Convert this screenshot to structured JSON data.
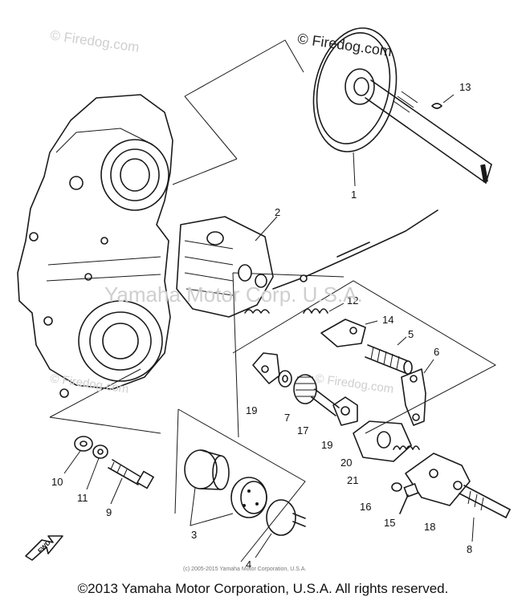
{
  "diagram": {
    "part_numbers": [
      "1",
      "2",
      "3",
      "4",
      "5",
      "6",
      "7",
      "8",
      "9",
      "10",
      "11",
      "12",
      "13",
      "14",
      "15",
      "16",
      "17",
      "18",
      "19",
      "19",
      "20",
      "21"
    ],
    "direction_label": "FWD"
  },
  "watermarks": {
    "site_top_left": "© Firedog.com",
    "site_top_right": "© Firedog.com",
    "site_mid_left": "© Firedog.com",
    "site_mid_right": "© Firedog.com",
    "center": "Yamaha Motor Corp. U.S.A."
  },
  "fine_print": "(c) 2005-2015 Yamaha Motor Corporation, U.S.A.",
  "footer": {
    "copyright": "©2013 Yamaha Motor Corporation, U.S.A. All rights reserved."
  }
}
